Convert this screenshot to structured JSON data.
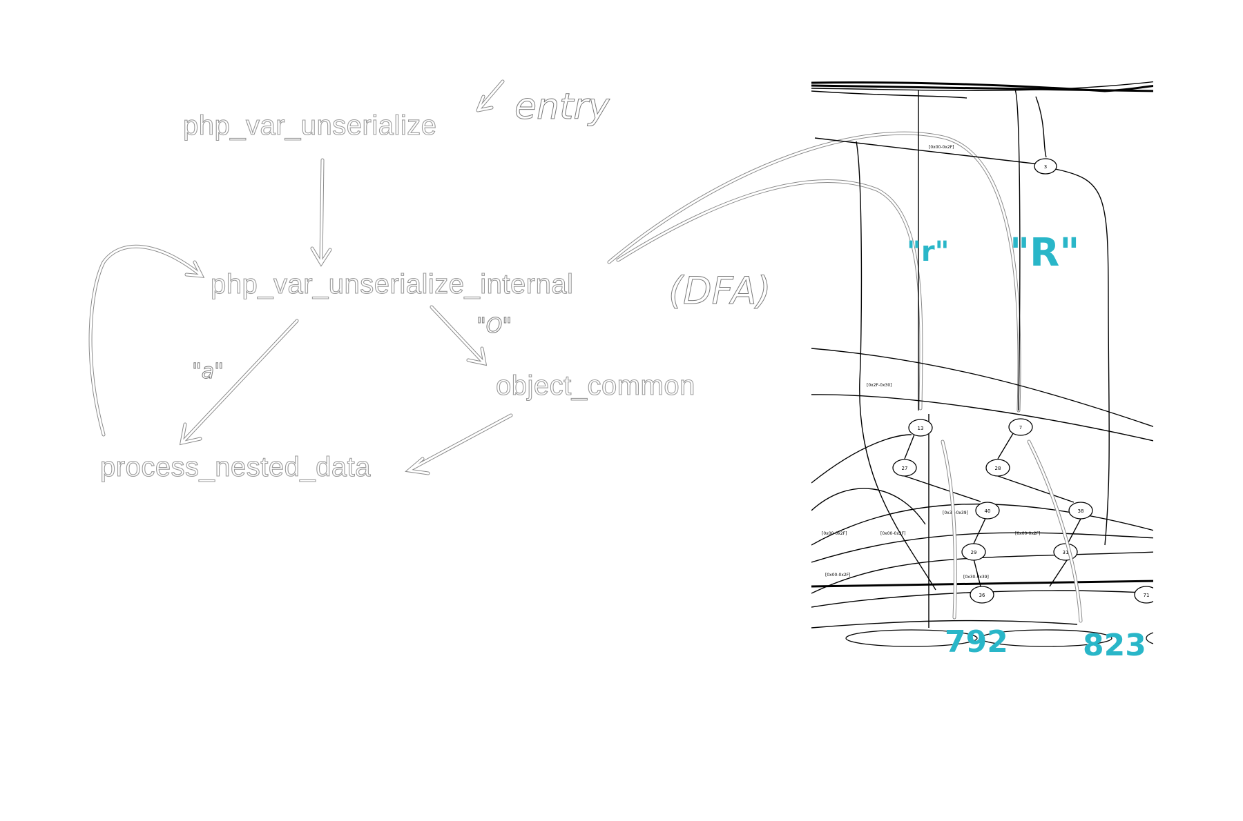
{
  "functions": {
    "entry_fn": "php_var_unserialize",
    "internal_fn": "php_var_unserialize_internal",
    "object_fn": "object_common",
    "nested_fn": "process_nested_data"
  },
  "annotations": {
    "entry": "entry",
    "dfa": "(DFA)",
    "edge_o": "\"O\"",
    "edge_a": "\"a\"",
    "edge_r_lower": "\"r\"",
    "edge_r_upper": "\"R\""
  },
  "graph": {
    "nodes": [
      "3",
      "13",
      "7",
      "27",
      "28",
      "40",
      "38",
      "29",
      "31",
      "36",
      "71"
    ],
    "edge_labels": [
      "[0x00-0x2F]",
      "[0x2F-0x30]",
      "[0x00-0x2F]",
      "[0x00-0x2F]",
      "[0x00-0x2F]",
      "[0x30-0x39]",
      "[0x30-0x39]",
      "[0x00-0x2F]"
    ],
    "target_792": "792",
    "target_823": "823"
  },
  "colors": {
    "teal": "#29b6c8",
    "outline": "#8a8a8a"
  }
}
